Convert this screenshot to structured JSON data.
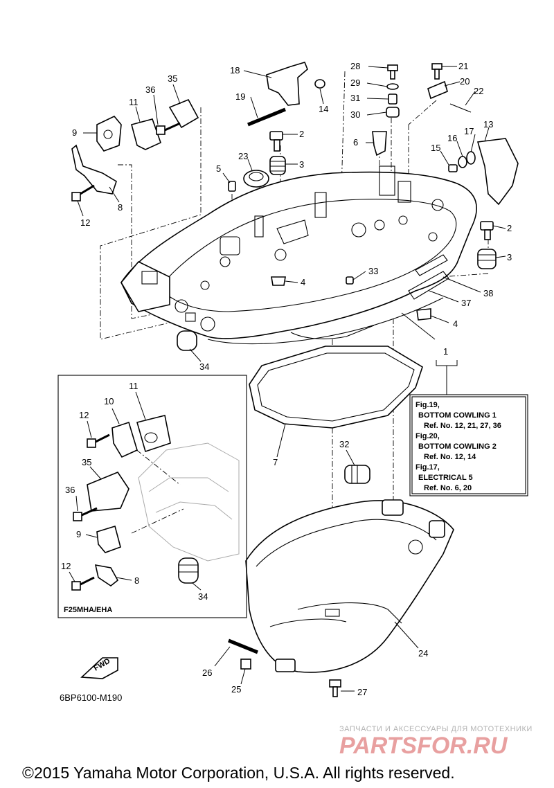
{
  "callouts": [
    {
      "id": "c1",
      "text": "1"
    },
    {
      "id": "c2a",
      "text": "2"
    },
    {
      "id": "c2b",
      "text": "2"
    },
    {
      "id": "c3a",
      "text": "3"
    },
    {
      "id": "c3b",
      "text": "3"
    },
    {
      "id": "c4a",
      "text": "4"
    },
    {
      "id": "c4b",
      "text": "4"
    },
    {
      "id": "c5",
      "text": "5"
    },
    {
      "id": "c6",
      "text": "6"
    },
    {
      "id": "c7",
      "text": "7"
    },
    {
      "id": "c8a",
      "text": "8"
    },
    {
      "id": "c8b",
      "text": "8"
    },
    {
      "id": "c9a",
      "text": "9"
    },
    {
      "id": "c9b",
      "text": "9"
    },
    {
      "id": "c10",
      "text": "10"
    },
    {
      "id": "c11a",
      "text": "11"
    },
    {
      "id": "c11b",
      "text": "11"
    },
    {
      "id": "c12a",
      "text": "12"
    },
    {
      "id": "c12b",
      "text": "12"
    },
    {
      "id": "c12c",
      "text": "12"
    },
    {
      "id": "c13",
      "text": "13"
    },
    {
      "id": "c14",
      "text": "14"
    },
    {
      "id": "c15",
      "text": "15"
    },
    {
      "id": "c16",
      "text": "16"
    },
    {
      "id": "c17",
      "text": "17"
    },
    {
      "id": "c18",
      "text": "18"
    },
    {
      "id": "c19",
      "text": "19"
    },
    {
      "id": "c20",
      "text": "20"
    },
    {
      "id": "c21",
      "text": "21"
    },
    {
      "id": "c22",
      "text": "22"
    },
    {
      "id": "c23",
      "text": "23"
    },
    {
      "id": "c24",
      "text": "24"
    },
    {
      "id": "c25",
      "text": "25"
    },
    {
      "id": "c26",
      "text": "26"
    },
    {
      "id": "c27",
      "text": "27"
    },
    {
      "id": "c28",
      "text": "28"
    },
    {
      "id": "c29",
      "text": "29"
    },
    {
      "id": "c30",
      "text": "30"
    },
    {
      "id": "c31",
      "text": "31"
    },
    {
      "id": "c32",
      "text": "32"
    },
    {
      "id": "c33",
      "text": "33"
    },
    {
      "id": "c34a",
      "text": "34"
    },
    {
      "id": "c34b",
      "text": "34"
    },
    {
      "id": "c35a",
      "text": "35"
    },
    {
      "id": "c35b",
      "text": "35"
    },
    {
      "id": "c36a",
      "text": "36"
    },
    {
      "id": "c36b",
      "text": "36"
    },
    {
      "id": "c37",
      "text": "37"
    },
    {
      "id": "c38",
      "text": "38"
    }
  ],
  "reference_box": {
    "lines": [
      "Fig.19,",
      "BOTTOM COWLING 1",
      "Ref. No. 12, 21, 27, 36",
      "Fig.20,",
      "BOTTOM COWLING 2",
      "Ref. No. 12, 14",
      "Fig.17,",
      "ELECTRICAL 5",
      "Ref. No. 6, 20"
    ]
  },
  "inset": {
    "model_label": "F25MHA/EHA"
  },
  "fwd_label": "FWD",
  "diagram_code": "6BP6100-M190",
  "watermark": {
    "tagline": "ЗАПЧАСТИ И АКСЕССУАРЫ ДЛЯ МОТОТЕХНИКИ",
    "logo": "PARTSFOR.RU"
  },
  "copyright": "©2015 Yamaha Motor Corporation, U.S.A. All rights reserved."
}
